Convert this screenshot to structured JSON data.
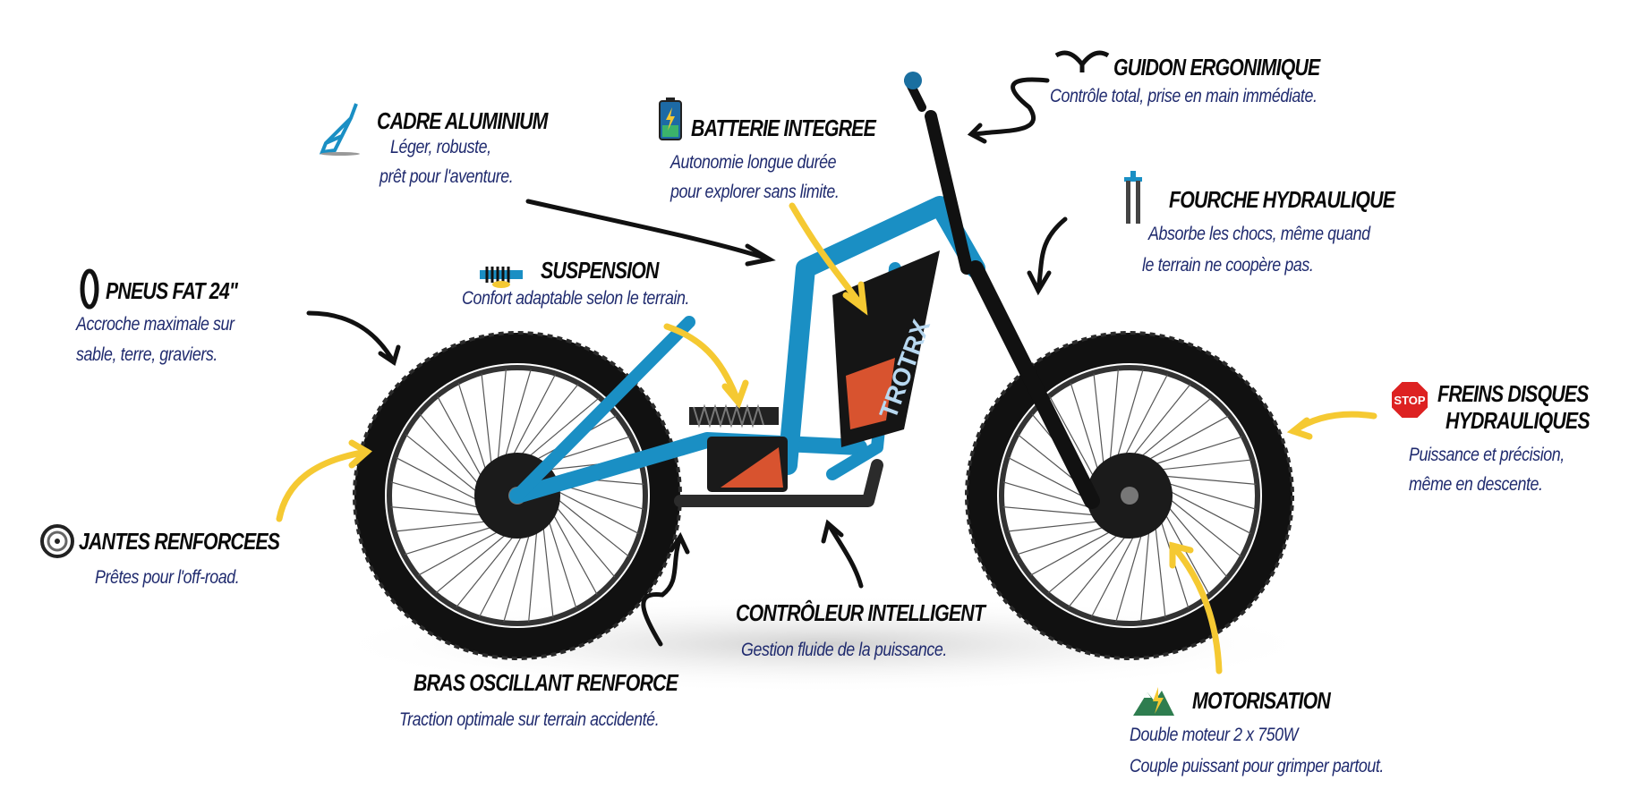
{
  "brand": "TROTRX",
  "features": {
    "guidon": {
      "title": "Guidon ergonimique",
      "lines": [
        "Contrôle total, prise en main immédiate."
      ]
    },
    "cadre": {
      "title": "Cadre aluminium",
      "lines": [
        "Léger, robuste,",
        "prêt pour l'aventure."
      ]
    },
    "batterie": {
      "title": "Batterie integree",
      "lines": [
        "Autonomie longue durée",
        "pour explorer sans limite."
      ]
    },
    "fourche": {
      "title": "Fourche hydraulique",
      "lines": [
        "Absorbe les chocs, même quand",
        "le terrain ne coopère pas."
      ]
    },
    "suspension": {
      "title": "Suspension",
      "lines": [
        "Confort adaptable selon le terrain."
      ]
    },
    "pneus": {
      "title": "Pneus fat 24\"",
      "lines": [
        "Accroche maximale sur",
        "sable, terre, graviers."
      ]
    },
    "freins": {
      "title": [
        "Freins disques",
        "hydrauliques"
      ],
      "lines": [
        "Puissance et précision,",
        "même en descente."
      ],
      "icon_text": "STOP"
    },
    "jantes": {
      "title": "Jantes renforcees",
      "lines": [
        "Prêtes pour l'off-road."
      ]
    },
    "controleur": {
      "title": "Contrôleur intelligent",
      "lines": [
        "Gestion fluide de la puissance."
      ]
    },
    "bras": {
      "title": "Bras oscillant renforce",
      "lines": [
        "Traction optimale sur terrain accidenté."
      ]
    },
    "motorisation": {
      "title": "Motorisation",
      "lines": [
        "Double moteur 2 x 750W",
        "Couple puissant pour grimper partout."
      ]
    }
  },
  "colors": {
    "frame": "#1a8fc4",
    "title": "#0a0a0a",
    "subtitle": "#1f2a6e",
    "arrow_yellow": "#f5c932",
    "arrow_black": "#111111"
  }
}
